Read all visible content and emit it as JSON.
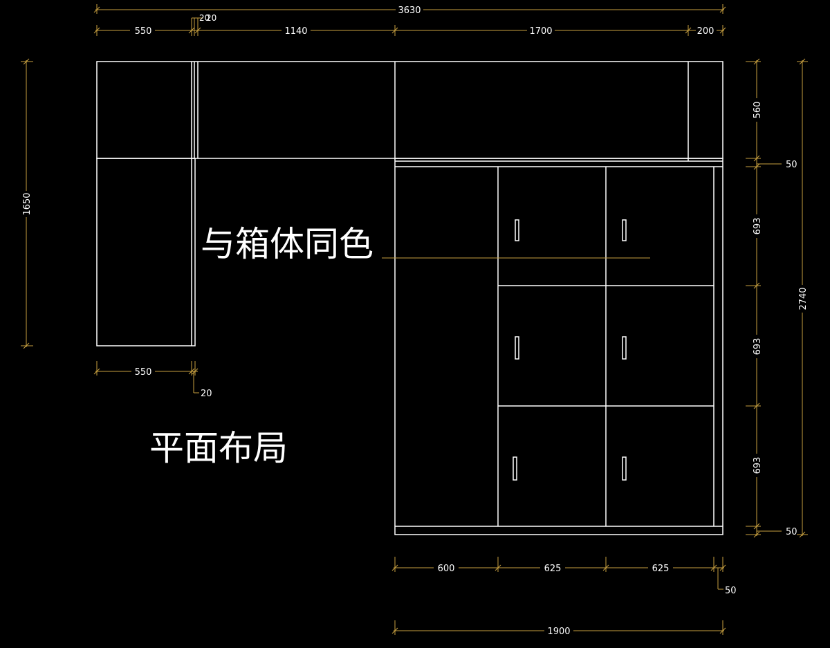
{
  "labels": {
    "note": "与箱体同色",
    "title": "平面布局"
  },
  "dimensions": {
    "top_total": "3630",
    "top_seg1": "550",
    "top_seg2": "20",
    "top_seg2b": "20",
    "top_seg3": "1140",
    "top_seg4": "1700",
    "top_seg5": "200",
    "left_height": "1650",
    "right_top": "560",
    "right_gap": "50",
    "right_row1": "693",
    "right_row2": "693",
    "right_row3": "693",
    "right_bottom": "50",
    "right_total": "2740",
    "bottom_left_width": "550",
    "bottom_left_gap": "20",
    "bottom_seg1": "600",
    "bottom_seg2": "625",
    "bottom_seg3": "625",
    "bottom_seg4": "50",
    "bottom_total": "1900"
  },
  "colors": {
    "background": "#000000",
    "outline": "#ffffff",
    "dimension": "#c8a040"
  }
}
